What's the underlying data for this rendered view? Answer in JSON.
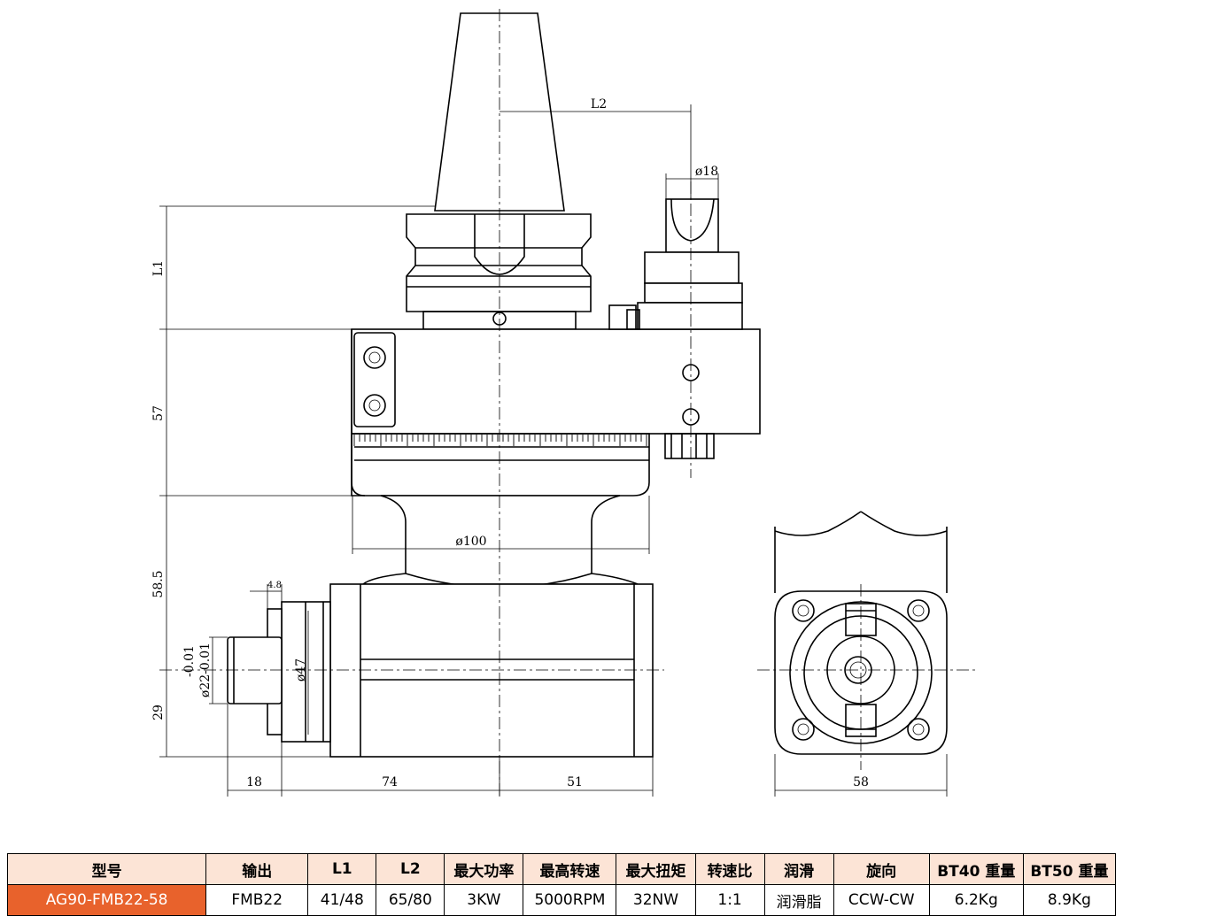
{
  "drawing": {
    "labels": {
      "L2": "L2",
      "L1": "L1",
      "d18": "ø18",
      "d100": "ø100",
      "h57": "57",
      "h58_5": "58.5",
      "h29": "29",
      "w4_8": "4.8",
      "tol": "-0.01",
      "d22": "ø22-0.01",
      "d47": "ø47",
      "w18": "18",
      "w74": "74",
      "w51": "51",
      "w58": "58"
    }
  },
  "table": {
    "headers": [
      "型号",
      "输出",
      "L1",
      "L2",
      "最大功率",
      "最高转速",
      "最大扭矩",
      "转速比",
      "润滑",
      "旋向",
      "BT40 重量",
      "BT50 重量"
    ],
    "row": [
      "AG90-FMB22-58",
      "FMB22",
      "41/48",
      "65/80",
      "3KW",
      "5000RPM",
      "32NW",
      "1:1",
      "润滑脂",
      "CCW-CW",
      "6.2Kg",
      "8.9Kg"
    ]
  },
  "colors": {
    "header_bg": "#fce4d6",
    "model_bg": "#e8622c",
    "model_text": "#ffffff"
  }
}
